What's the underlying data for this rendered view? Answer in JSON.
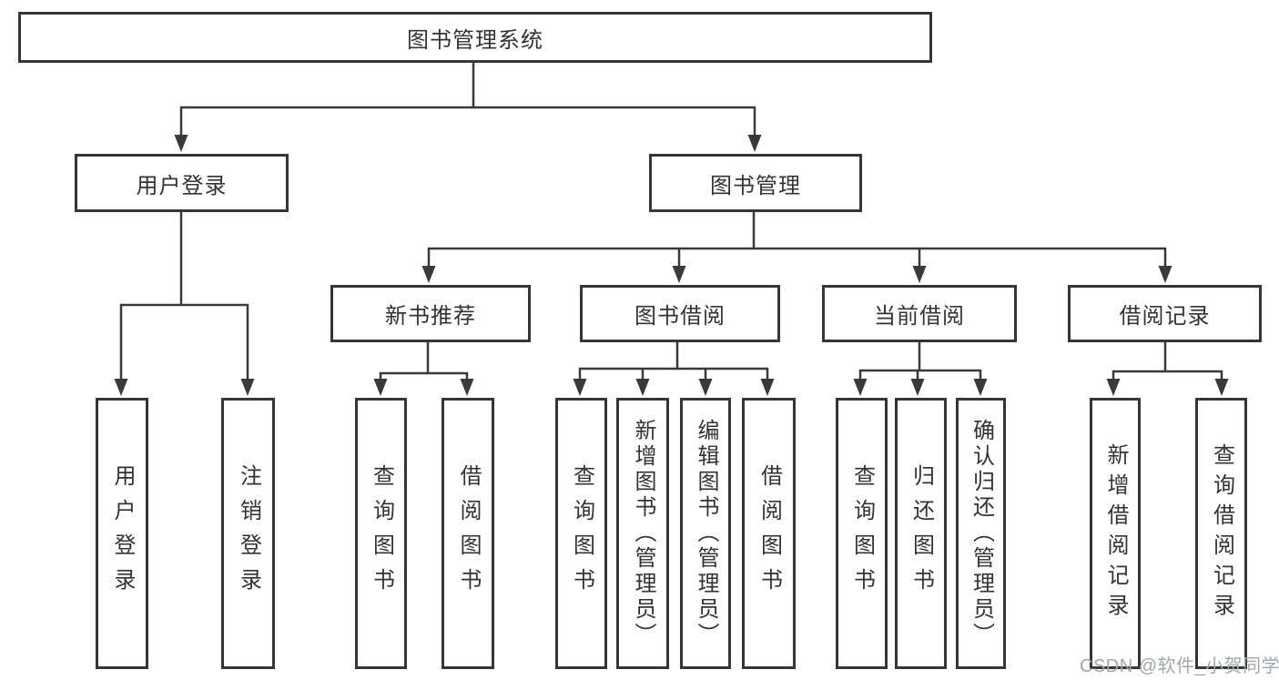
{
  "diagram_title": "图书管理系统",
  "nodes": {
    "root": "图书管理系统",
    "user_login": {
      "label": "用户登录",
      "children": {
        "login": "用户登录",
        "logout": "注销登录"
      }
    },
    "book_mgmt": {
      "label": "图书管理",
      "children": {
        "new_book_rec": {
          "label": "新书推荐",
          "children": {
            "query": "查询图书",
            "borrow": "借阅图书"
          }
        },
        "book_borrow": {
          "label": "图书借阅",
          "children": {
            "query": "查询图书",
            "add": "新增图书（管理员）",
            "edit": "编辑图书（管理员）",
            "borrow": "借阅图书"
          }
        },
        "current_borrow": {
          "label": "当前借阅",
          "children": {
            "query": "查询图书",
            "return": "归还图书",
            "confirm": "确认归还（管理员）"
          }
        },
        "borrow_record": {
          "label": "借阅记录",
          "children": {
            "add": "新增借阅记录",
            "query": "查询借阅记录"
          }
        }
      }
    }
  },
  "watermark": {
    "text": "CSDN @软件_小贺同学",
    "color": "#a2a6ad"
  },
  "colors": {
    "line": "#3a3a3a",
    "box_border": "#363636",
    "box_background": "#ffffff",
    "text": "#333333",
    "page_background": "#ffffff"
  }
}
